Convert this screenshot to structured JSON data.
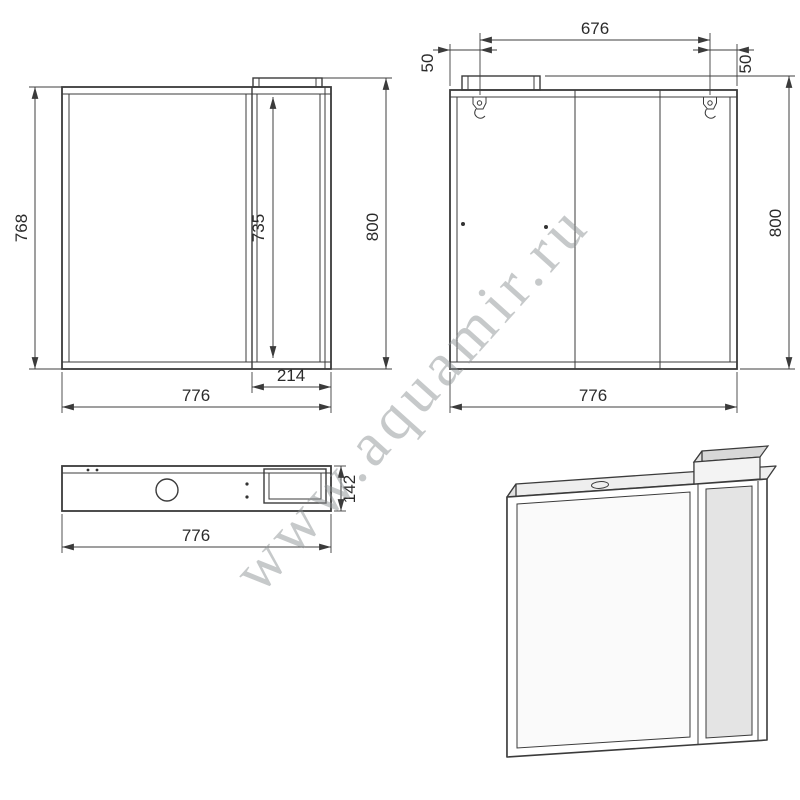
{
  "watermark": {
    "text": "www.aquamir.ru"
  },
  "drawing": {
    "front_view": {
      "dim_body_height": "768",
      "dim_door_height": "735",
      "dim_total_height": "800",
      "dim_width": "776",
      "dim_side_width": "214"
    },
    "back_view": {
      "dim_bracket_span": "676",
      "dim_offset_left": "50",
      "dim_offset_right": "50",
      "dim_total_height": "800",
      "dim_width": "776"
    },
    "top_view": {
      "dim_depth": "142",
      "dim_width": "776"
    }
  }
}
